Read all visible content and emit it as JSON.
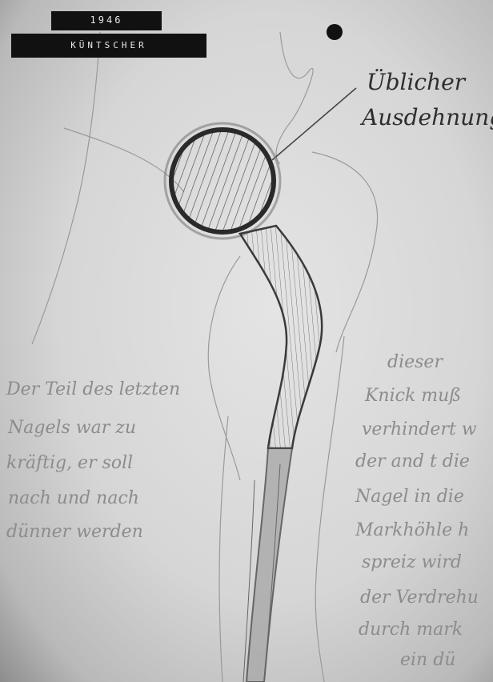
{
  "archive_labels": {
    "year": "1946",
    "name": "KÜNTSCHER"
  },
  "handwriting": {
    "top_right": [
      "Üblicher",
      "Ausdehnung"
    ],
    "right": [
      "dieser",
      "Knick muß",
      "verhindert w",
      "der and t die",
      "Nagel in die",
      "Markhöhle h",
      "spreiz wird",
      "der Verdrehu",
      "durch mark",
      "ein dü"
    ],
    "left": [
      "Der Teil des letzten",
      "Nagels war zu",
      "kräftig, er soll",
      "nach und nach",
      "dünner werden"
    ]
  }
}
